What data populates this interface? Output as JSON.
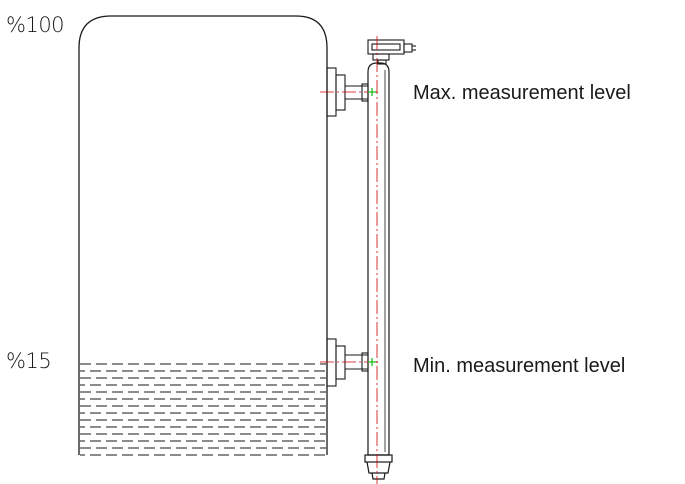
{
  "labels": {
    "top_percent": "%100",
    "bottom_percent": "%15",
    "max_level": "Max. measurement level",
    "min_level": "Min. measurement level"
  },
  "colors": {
    "line": "#1a1a1a",
    "centerline": "#d40000",
    "marker": "#2fbf2f",
    "background": "#ffffff"
  },
  "levels": {
    "max_percent": 100,
    "min_percent": 15
  }
}
